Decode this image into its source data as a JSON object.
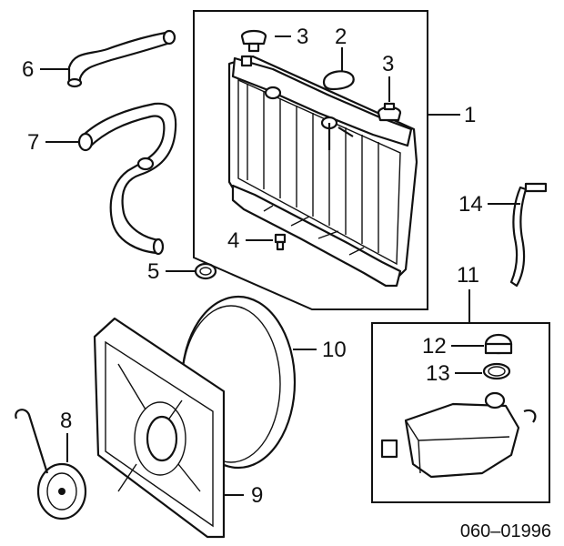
{
  "callouts": {
    "c1": "1",
    "c2": "2",
    "c3a": "3",
    "c3b": "3",
    "c4": "4",
    "c5": "5",
    "c6": "6",
    "c7": "7",
    "c8": "8",
    "c9": "9",
    "c10": "10",
    "c11": "11",
    "c12": "12",
    "c13": "13",
    "c14": "14"
  },
  "diagram_code": "060–01996"
}
